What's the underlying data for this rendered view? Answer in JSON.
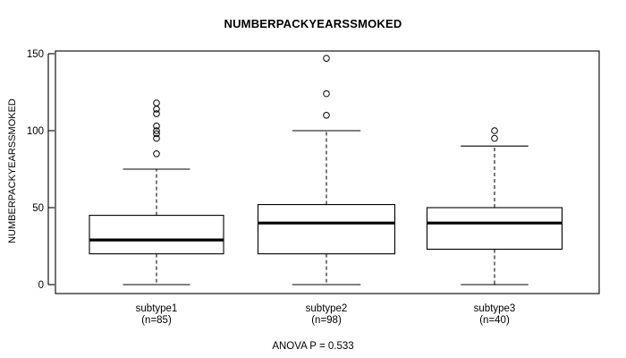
{
  "chart_data": {
    "type": "box",
    "title": "NUMBERPACKYEARSSMOKED",
    "ylabel": "NUMBERPACKYEARSSMOKED",
    "xlabel": "",
    "caption": "ANOVA P = 0.533",
    "ylim": [
      0,
      150
    ],
    "yticks": [
      0,
      50,
      100,
      150
    ],
    "ytick_labels": [
      "0",
      "50",
      "100",
      "150"
    ],
    "grid": false,
    "legend": "none",
    "categories": [
      "subtype1",
      "subtype2",
      "subtype3"
    ],
    "category_counts": [
      "(n=85)",
      "(n=98)",
      "(n=40)"
    ],
    "boxes": [
      {
        "name": "subtype1",
        "n": 85,
        "whisker_low": 0,
        "q1": 20,
        "median": 29,
        "q3": 45,
        "whisker_high": 75,
        "outliers": [
          118,
          114,
          111,
          103,
          100,
          98,
          95,
          85
        ]
      },
      {
        "name": "subtype2",
        "n": 98,
        "whisker_low": 0,
        "q1": 20,
        "median": 40,
        "q3": 52,
        "whisker_high": 100,
        "outliers": [
          147,
          124,
          110
        ]
      },
      {
        "name": "subtype3",
        "n": 40,
        "whisker_low": 0,
        "q1": 23,
        "median": 40,
        "q3": 50,
        "whisker_high": 90,
        "outliers": [
          100,
          95
        ]
      }
    ]
  },
  "colors": {
    "foreground": "#000000",
    "background": "#ffffff"
  }
}
